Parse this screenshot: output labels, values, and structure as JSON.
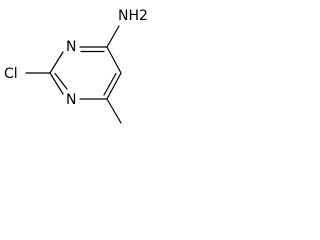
{
  "molecule": {
    "atoms": {
      "nh2": "NH2",
      "n_top": "N",
      "n_bottom": "N",
      "cl": "Cl"
    },
    "colors": {
      "bond": "#000000",
      "label": "#000000",
      "background": "#ffffff"
    }
  }
}
